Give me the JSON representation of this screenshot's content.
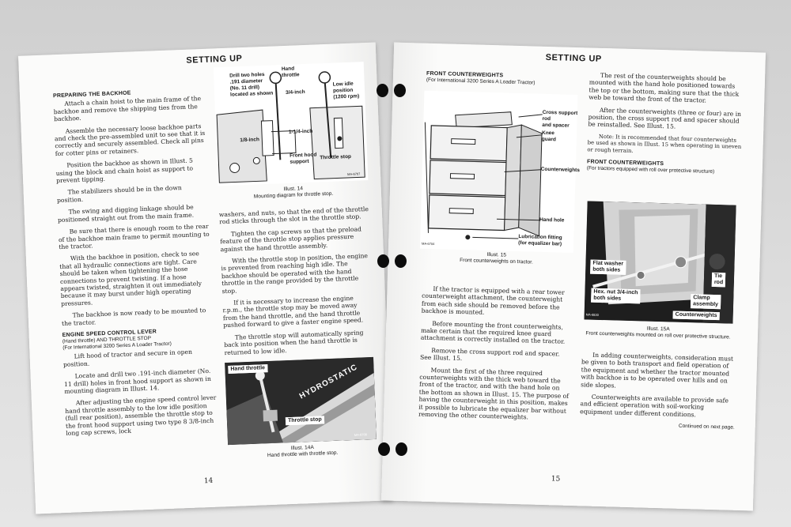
{
  "left_page": {
    "header": "SETTING UP",
    "page_number": "14",
    "section1": {
      "heading": "PREPARING THE BACKHOE",
      "paragraphs": [
        "Attach a chain hoist to the main frame of the backhoe and remove the shipping ties from the backhoe.",
        "Assemble the necessary loose backhoe parts and check the pre-assembled unit to see that it is correctly and securely assembled. Check all pins for cotter pins or retainers.",
        "Position the backhoe as shown in Illust. 5 using the block and chain hoist as support to prevent tipping.",
        "The stabilizers should be in the down position.",
        "The swing and digging linkage should be positioned straight out from the main frame.",
        "Be sure that there is enough room to the rear of the backhoe main frame to permit mounting to the tractor.",
        "With the backhoe in position, check to see that all hydraulic connections are tight. Care should be taken when tightening the hose connections to prevent twisting. If a hose appears twisted, straighten it out immediately because it may burst under high operating pressures.",
        "The backhoe is now ready to be mounted to the tractor."
      ]
    },
    "section2": {
      "heading": "ENGINE SPEED CONTROL LEVER",
      "heading2": "(Hand throttle) AND THROTTLE STOP",
      "subheading": "(For International 3200 Series A Loader Tractor)",
      "paragraphs": [
        "Lift hood of tractor and secure in open position.",
        "Locate and drill two .191-inch diameter (No. 11 drill) holes in front hood support as shown in mounting diagram in Illust. 14.",
        "After adjusting the engine speed control lever hand throttle assembly to the low idle position (full rear position), assemble the throttle stop to the front hood support using two type 8 3/8-inch long cap screws, lock"
      ]
    },
    "illust14": {
      "labels": {
        "drill": "Drill two holes\n.191 diameter\n(No. 11 drill)\nlocated as shown",
        "hand_throttle": "Hand\nthrottle",
        "three_quarter": "3/4-inch",
        "low_idle": "Low idle\nposition\n(1200 rpm)",
        "one_quarter": "1-1/4-inch",
        "one_eighth": "1/8-inch",
        "front_hood": "Front hood\nsupport",
        "throttle_stop": "Throttle stop",
        "code": "MA-6707"
      },
      "caption_title": "Illust. 14",
      "caption_text": "Mounting diagram for throttle stop."
    },
    "col2_paragraphs": [
      "washers, and nuts, so that the end of the throttle rod sticks through the slot in the throttle stop.",
      "Tighten the cap screws so that the preload feature of the throttle stop applies pressure against the hand throttle assembly.",
      "With the throttle stop in position, the engine is prevented from reaching high idle. The backhoe should be operated with the hand throttle in the range provided by the throttle stop.",
      "If it is necessary to increase the engine r.p.m., the throttle stop may be moved away from the hand throttle, and the hand throttle pushed forward to give a faster engine speed.",
      "The throttle stop will automatically spring back into position when the hand throttle is returned to low idle."
    ],
    "illust14a": {
      "labels": {
        "hand_throttle": "Hand throttle",
        "hydrostatic": "HYDROSTATIC",
        "throttle_stop": "Throttle stop",
        "code": "MA-6708"
      },
      "caption_title": "Illust. 14A",
      "caption_text": "Hand throttle with throttle stop."
    }
  },
  "right_page": {
    "header": "SETTING UP",
    "page_number": "15",
    "section1": {
      "heading": "FRONT COUNTERWEIGHTS",
      "subheading": "(For International 3200 Series A Loader Tractor)"
    },
    "illust15": {
      "labels": {
        "cross_support": "Cross support\nrod\nand spacer",
        "knee_guard": "Knee\nguard",
        "counterweights": "Counterweights",
        "hand_hole": "Hand hole",
        "lubrication": "Lubrication fitting\n(for equalizer bar)",
        "code": "MA-6704"
      },
      "caption_title": "Illust. 15",
      "caption_text": "Front counterweights on tractor."
    },
    "col1_paragraphs": [
      "If the tractor is equipped with a rear tower counterweight attachment, the counterweight from each side should be removed before the backhoe is mounted.",
      "Before mounting the front counterweights, make certain that the required knee guard attachment is correctly installed on the tractor.",
      "Remove the cross support rod and spacer. See Illust. 15.",
      "Mount the first of the three required counterweights with the thick web toward the front of the tractor, and with the hand hole on the bottom as shown in Illust. 15. The purpose of having the counterweight in this position, makes it possible to lubricate the equalizer bar without removing the other counterweights."
    ],
    "col2_paragraphs": [
      "The rest of the counterweights should be mounted with the hand hole positioned towards the top or the bottom, making sure that the thick web be toward the front of the tractor.",
      "After the counterweights (three or four) are in position, the cross support rod and spacer should be reinstalled. See Illust. 15."
    ],
    "note": "Note: It is recommended that four counterweights be used as shown in Illust. 15 when operating in uneven or rough terrain.",
    "section2": {
      "heading": "FRONT COUNTERWEIGHTS",
      "subheading": "(For tractors equipped with roll over protective structure)"
    },
    "illust15a": {
      "labels": {
        "flat_washer": "Flat washer\nboth sides",
        "hex_nut": "Hex. nut 3/4-inch\nboth sides",
        "tie_rod": "Tie\nrod",
        "clamp": "Clamp\nassembly",
        "counterweights": "Counterweights",
        "code": "MA-6830"
      },
      "caption_title": "Illust. 15A",
      "caption_text": "Front counterweights mounted on roll over protective structure."
    },
    "col2b_paragraphs": [
      "In adding counterweights, consideration must be given to both transport and field operation of the equipment and whether the tractor mounted with backhoe is to be operated over hills and on side slopes.",
      "Counterweights are available to provide safe and efficient operation with soil-working equipment under different conditions."
    ],
    "continued": "Continued on next page."
  }
}
